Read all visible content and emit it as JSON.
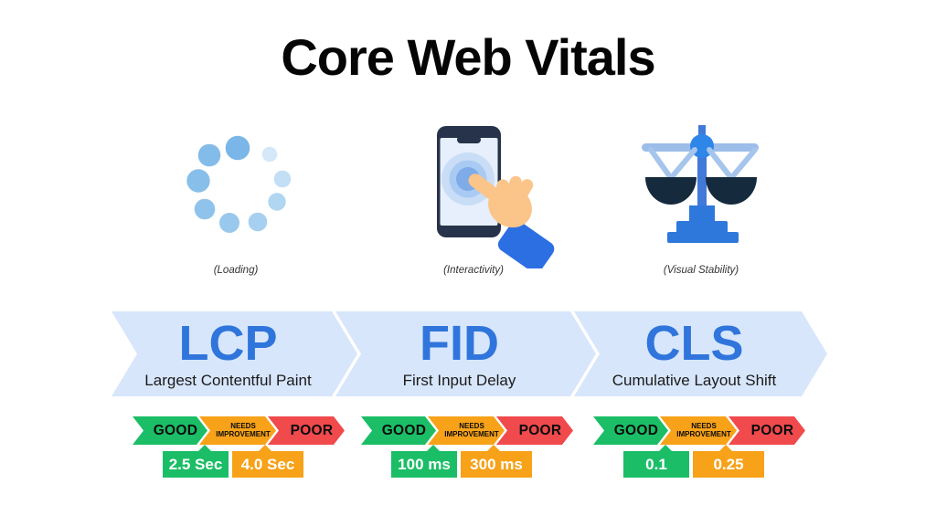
{
  "title": "Core Web Vitals",
  "colors": {
    "ribbon_bg": "#D7E6FB",
    "metric_blue": "#2F75DC",
    "good_green": "#1BBE66",
    "needs_orange": "#F7A219",
    "poor_red": "#F04A4D"
  },
  "scale_labels": {
    "good": "GOOD",
    "needs_line1": "NEEDS",
    "needs_line2": "IMPROVEMENT",
    "poor": "POOR"
  },
  "metrics": [
    {
      "icon": "loading-spinner-icon",
      "caption": "(Loading)",
      "abbr": "LCP",
      "name": "Largest Contentful Paint",
      "thresholds": {
        "good": "2.5 Sec",
        "poor": "4.0 Sec"
      }
    },
    {
      "icon": "phone-touch-icon",
      "caption": "(Interactivity)",
      "abbr": "FID",
      "name": "First Input Delay",
      "thresholds": {
        "good": "100 ms",
        "poor": "300 ms"
      }
    },
    {
      "icon": "balance-scale-icon",
      "caption": "(Visual Stability)",
      "abbr": "CLS",
      "name": "Cumulative Layout Shift",
      "thresholds": {
        "good": "0.1",
        "poor": "0.25"
      }
    }
  ]
}
